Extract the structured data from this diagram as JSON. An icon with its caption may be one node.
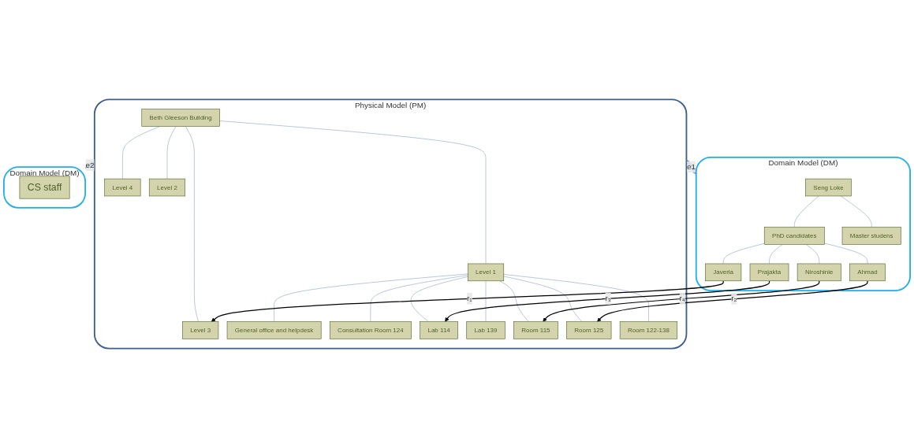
{
  "diagram": {
    "nodes": [
      {
        "text": [
          "Physical Model (PM)"
        ]
      },
      {
        "text": [
          "Beth Gleeson Building"
        ],
        "in": 0
      },
      {
        "text": [
          "Level 4"
        ],
        "in": 0
      },
      {
        "text": [
          "Level 2"
        ],
        "in": 0
      },
      {
        "text": [
          "Level 1"
        ],
        "in": 0
      },
      {
        "text": [
          "Level 3"
        ],
        "in": 0
      },
      {
        "text": [
          "General office and helpdesk"
        ],
        "in": 0
      },
      {
        "text": [
          "Consultation Room 124"
        ],
        "in": 0
      },
      {
        "text": [
          "Lab 114"
        ],
        "in": 0
      },
      {
        "text": [
          "Lab 139"
        ],
        "in": 0
      },
      {
        "text": [
          "Room 115"
        ],
        "in": 0
      },
      {
        "text": [
          "Room 125"
        ],
        "in": 0
      },
      {
        "text": [
          "Room 122-138"
        ],
        "in": 0
      },
      {
        "text": [
          "Domain Model (DM)"
        ]
      },
      {
        "text": [
          "Seng Loke"
        ],
        "in": 13
      },
      {
        "text": [
          "PhD candidates"
        ],
        "in": 13
      },
      {
        "text": [
          "Master studens"
        ],
        "in": 13
      },
      {
        "text": [
          "Javeria"
        ],
        "in": 13
      },
      {
        "text": [
          "Ahmad"
        ],
        "in": 13
      },
      {
        "text": [
          "Prajakta"
        ],
        "in": 13
      },
      {
        "text": [
          "Niroshinie"
        ],
        "in": 13
      },
      {
        "text": [
          "Domain Model (DM)"
        ]
      },
      {
        "text": [
          "CS staff"
        ],
        "in": 21
      }
    ],
    "edges": [
      {
        "from": 1,
        "to": 2,
        "arrow": "none"
      },
      {
        "from": 1,
        "to": 3,
        "arrow": "none"
      },
      {
        "from": 1,
        "to": 4,
        "arrow": "none"
      },
      {
        "from": 1,
        "to": 5,
        "arrow": "none"
      },
      {
        "from": 4,
        "to": 6,
        "arrow": "none"
      },
      {
        "from": 4,
        "to": 7,
        "arrow": "none"
      },
      {
        "from": 4,
        "to": 8,
        "arrow": "none"
      },
      {
        "from": 4,
        "to": 9,
        "arrow": "none"
      },
      {
        "from": 4,
        "to": 10,
        "arrow": "none"
      },
      {
        "from": 4,
        "to": 11,
        "arrow": "none"
      },
      {
        "from": 4,
        "to": 12,
        "arrow": "none"
      },
      {
        "from": 14,
        "to": 15,
        "arrow": "none"
      },
      {
        "from": 14,
        "to": 16,
        "arrow": "none"
      },
      {
        "from": 15,
        "to": 17,
        "arrow": "none"
      },
      {
        "from": 15,
        "to": 18,
        "arrow": "none"
      },
      {
        "from": 15,
        "to": 19,
        "arrow": "none"
      },
      {
        "from": 15,
        "to": 20,
        "arrow": "none"
      },
      {
        "from": 0,
        "to": 13,
        "arrow": "both",
        "label": "e1",
        "style": "thick",
        "color": "#4f81bd"
      },
      {
        "from": 17,
        "to": 5,
        "arrow": "to",
        "label": "r₁",
        "color": "#000000"
      },
      {
        "from": 18,
        "to": 11,
        "arrow": "to",
        "label": "r₂",
        "color": "#000000"
      },
      {
        "from": 19,
        "to": 8,
        "arrow": "to",
        "label": "r₃",
        "color": "#000000"
      },
      {
        "from": 20,
        "to": 10,
        "arrow": "to",
        "label": "r₄",
        "color": "#000000"
      },
      {
        "from": 0,
        "to": 21,
        "arrow": "both",
        "label": "e2",
        "style": "thick",
        "color": "#4f81bd"
      }
    ]
  }
}
